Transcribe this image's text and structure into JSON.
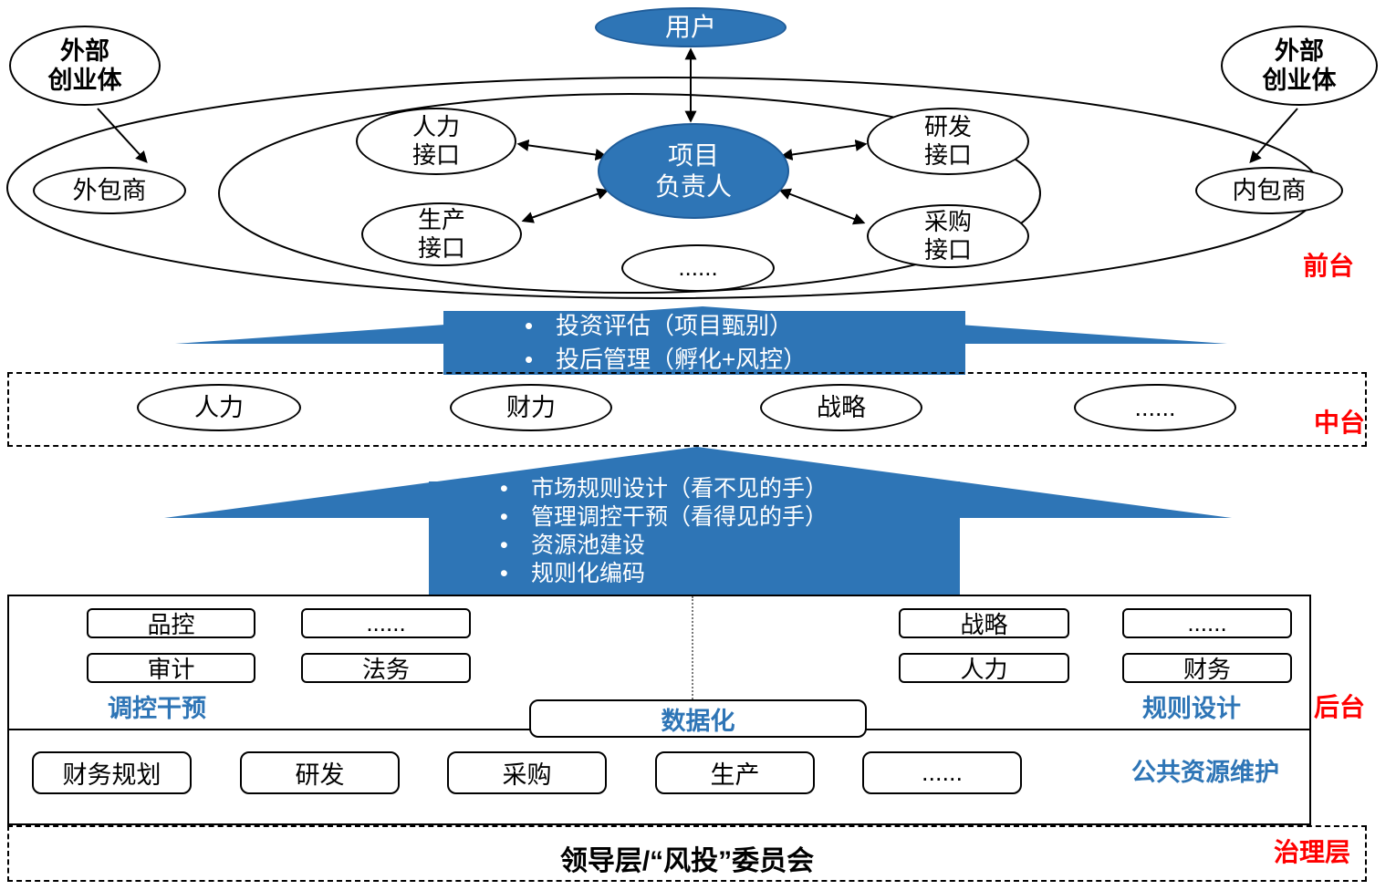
{
  "ui": {
    "bullet": "•"
  },
  "colors": {
    "primary_blue": "#2E75B6",
    "tag_red": "#FF0000",
    "label_blue": "#2E75B6"
  },
  "front": {
    "tag": "前台",
    "user": "用户",
    "leader": "项目\n负责人",
    "interfaces": {
      "hr": "人力\n接口",
      "rd": "研发\n接口",
      "production": "生产\n接口",
      "procurement": "采购\n接口",
      "more": "......"
    },
    "external_left": "外部\n创业体",
    "external_right": "外部\n创业体",
    "outsourcer": "外包商",
    "insourcer": "内包商"
  },
  "arrow_front": {
    "bullets": [
      "投资评估（项目甄别）",
      "投后管理（孵化+风控）"
    ]
  },
  "middle": {
    "tag": "中台",
    "items": [
      "人力",
      "财力",
      "战略",
      "......"
    ]
  },
  "arrow_middle": {
    "bullets": [
      "市场规则设计（看不见的手）",
      "管理调控干预（看得见的手）",
      "资源池建设",
      "规则化编码"
    ]
  },
  "back": {
    "tag": "后台",
    "left_boxes": [
      "品控",
      "......",
      "审计",
      "法务"
    ],
    "left_label": "调控干预",
    "data_label": "数据化",
    "right_boxes": [
      "战略",
      "......",
      "人力",
      "财务"
    ],
    "right_label": "规则设计",
    "resource_boxes": [
      "财务规划",
      "研发",
      "采购",
      "生产",
      "......"
    ],
    "resource_label": "公共资源维护"
  },
  "governance": {
    "tag": "治理层",
    "text": "领导层/“风投”委员会"
  }
}
